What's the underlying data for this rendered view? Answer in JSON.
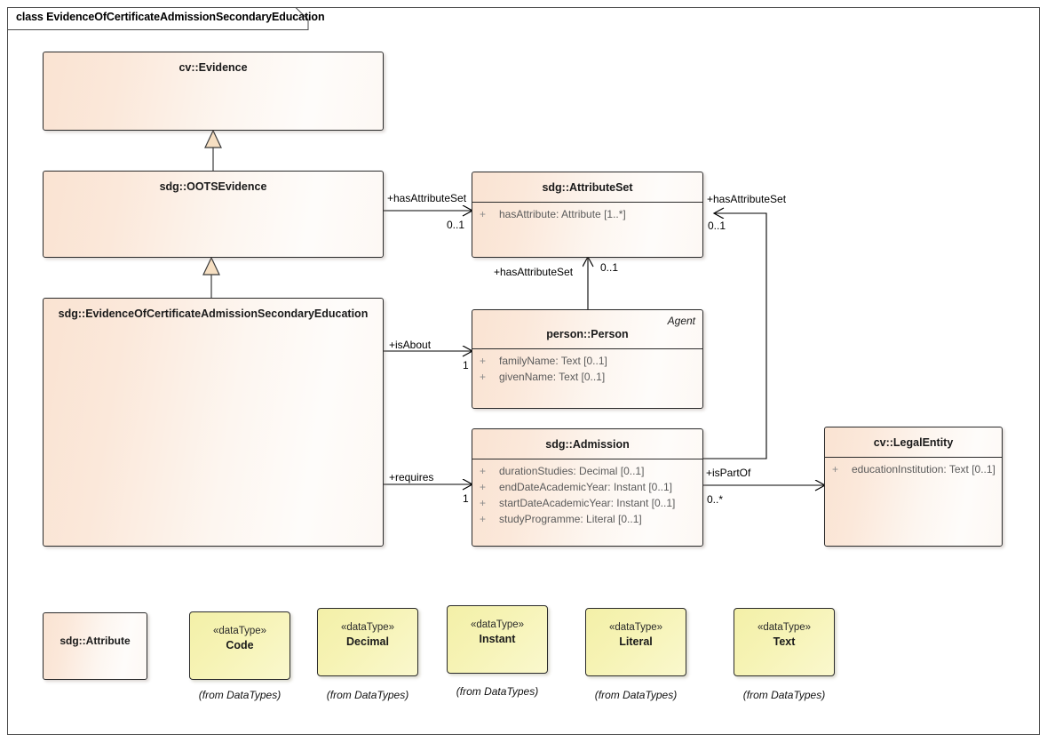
{
  "diagram": {
    "frame_label": "class EvidenceOfCertificateAdmissionSecondaryEducation",
    "colors": {
      "class_fill_start": "#fae3d2",
      "class_fill_end": "#fefcfa",
      "datatype_fill_start": "#f3f0a8",
      "datatype_fill_end": "#faf8cd",
      "border": "#2b2b2b",
      "attribute_text": "#5b5b5b",
      "generalization_fill": "#f6dfc2"
    }
  },
  "classes": [
    {
      "id": "evidence",
      "name": "cv::Evidence",
      "stereotype_right": "",
      "attributes": []
    },
    {
      "id": "ootsevidence",
      "name": "sdg::OOTSEvidence",
      "stereotype_right": "",
      "attributes": []
    },
    {
      "id": "evidenceofcert",
      "name": "sdg::EvidenceOfCertificateAdmissionSecondaryEducation",
      "stereotype_right": "",
      "attributes": []
    },
    {
      "id": "attributeset",
      "name": "sdg::AttributeSet",
      "stereotype_right": "",
      "attributes": [
        {
          "visibility": "+",
          "text": "hasAttribute: Attribute [1..*]"
        }
      ]
    },
    {
      "id": "person",
      "name": "person::Person",
      "stereotype_right": "Agent",
      "attributes": [
        {
          "visibility": "+",
          "text": "familyName: Text [0..1]"
        },
        {
          "visibility": "+",
          "text": "givenName: Text [0..1]"
        }
      ]
    },
    {
      "id": "admission",
      "name": "sdg::Admission",
      "stereotype_right": "",
      "attributes": [
        {
          "visibility": "+",
          "text": "durationStudies: Decimal [0..1]"
        },
        {
          "visibility": "+",
          "text": "endDateAcademicYear: Instant [0..1]"
        },
        {
          "visibility": "+",
          "text": "startDateAcademicYear: Instant [0..1]"
        },
        {
          "visibility": "+",
          "text": "studyProgramme: Literal [0..1]"
        }
      ]
    },
    {
      "id": "legalentity",
      "name": "cv::LegalEntity",
      "stereotype_right": "",
      "attributes": [
        {
          "visibility": "+",
          "text": "educationInstitution: Text [0..1]"
        }
      ]
    },
    {
      "id": "attribute",
      "name": "sdg::Attribute",
      "stereotype_right": "",
      "attributes": []
    }
  ],
  "datatypes": [
    {
      "id": "code",
      "stereotype": "«dataType»",
      "name": "Code",
      "from": "(from DataTypes)"
    },
    {
      "id": "decimal",
      "stereotype": "«dataType»",
      "name": "Decimal",
      "from": "(from DataTypes)"
    },
    {
      "id": "instant",
      "stereotype": "«dataType»",
      "name": "Instant",
      "from": "(from DataTypes)"
    },
    {
      "id": "literal",
      "stereotype": "«dataType»",
      "name": "Literal",
      "from": "(from DataTypes)"
    },
    {
      "id": "text",
      "stereotype": "«dataType»",
      "name": "Text",
      "from": "(from DataTypes)"
    }
  ],
  "connectors": [
    {
      "id": "gen-oots-evidence",
      "type": "generalization",
      "source": "sdg::OOTSEvidence",
      "target": "cv::Evidence",
      "role_label": "",
      "multiplicity": ""
    },
    {
      "id": "gen-eoc-oots",
      "type": "generalization",
      "source": "sdg::EvidenceOfCertificateAdmissionSecondaryEducation",
      "target": "sdg::OOTSEvidence",
      "role_label": "",
      "multiplicity": ""
    },
    {
      "id": "assoc-oots-attrset",
      "type": "association",
      "source": "sdg::OOTSEvidence",
      "target": "sdg::AttributeSet",
      "role_label": "+hasAttributeSet",
      "multiplicity": "0..1"
    },
    {
      "id": "assoc-person-attrset",
      "type": "association",
      "source": "person::Person",
      "target": "sdg::AttributeSet",
      "role_label": "+hasAttributeSet",
      "multiplicity": "0..1"
    },
    {
      "id": "assoc-admission-attrset",
      "type": "association",
      "source": "sdg::Admission",
      "target": "sdg::AttributeSet",
      "role_label": "+hasAttributeSet",
      "multiplicity": "0..1"
    },
    {
      "id": "assoc-eoc-person",
      "type": "association",
      "source": "sdg::EvidenceOfCertificateAdmissionSecondaryEducation",
      "target": "person::Person",
      "role_label": "+isAbout",
      "multiplicity": "1"
    },
    {
      "id": "assoc-eoc-admission",
      "type": "association",
      "source": "sdg::EvidenceOfCertificateAdmissionSecondaryEducation",
      "target": "sdg::Admission",
      "role_label": "+requires",
      "multiplicity": "1"
    },
    {
      "id": "assoc-admission-legalentity",
      "type": "association",
      "source": "sdg::Admission",
      "target": "cv::LegalEntity",
      "role_label": "+isPartOf",
      "multiplicity": "0..*"
    }
  ]
}
